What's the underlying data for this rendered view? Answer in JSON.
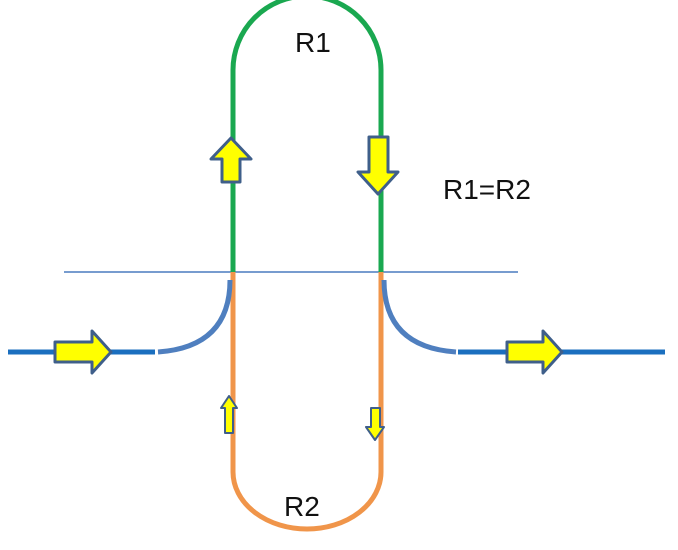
{
  "labels": {
    "r1": "R1",
    "r2": "R2",
    "equation": "R1=R2"
  },
  "colors": {
    "upper_loop": "#1aa850",
    "lower_loop": "#f0954a",
    "straight_track": "#1b6fbf",
    "curve_track": "#4f7fbf",
    "divider_line": "#4a7cbf",
    "arrow_fill": "#ffff00",
    "arrow_outline": "#3f5f8a"
  },
  "icons": {
    "flow_arrow": "arrow-icon"
  }
}
